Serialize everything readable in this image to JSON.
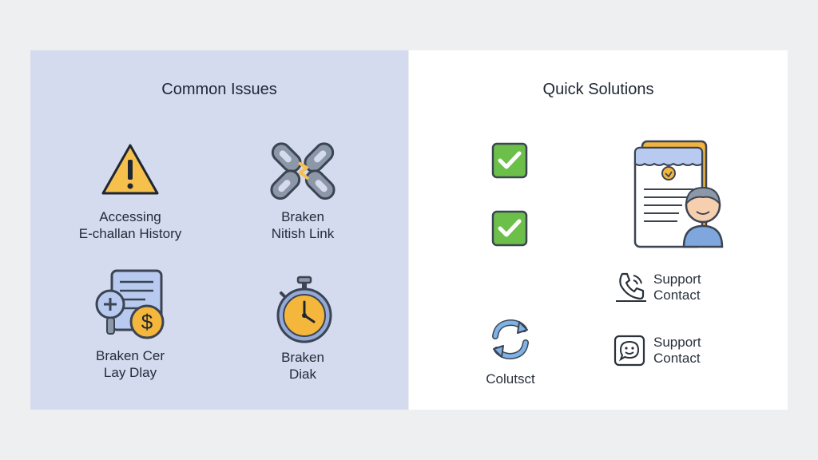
{
  "common_issues": {
    "title": "Common Issues",
    "items": [
      {
        "icon": "warning-icon",
        "line1": "Accessing",
        "line2": "E-challan History"
      },
      {
        "icon": "broken-link-icon",
        "line1": "Braken",
        "line2": "Nitish Link"
      },
      {
        "icon": "payment-document-icon",
        "line1": "Braken Cer",
        "line2": "Lay Dlay"
      },
      {
        "icon": "stopwatch-icon",
        "line1": "Braken",
        "line2": "Diak"
      }
    ]
  },
  "quick_solutions": {
    "title": "Quick Solutions",
    "checks": [
      "check-icon",
      "check-icon"
    ],
    "refresh": {
      "icon": "refresh-icon",
      "label": "Colutsct"
    },
    "support_items": [
      {
        "icon": "phone-icon",
        "line1": "Support",
        "line2": "Contact"
      },
      {
        "icon": "chat-smile-icon",
        "line1": "Support",
        "line2": "Contact"
      }
    ]
  },
  "colors": {
    "left_panel": "#d5dbef",
    "right_panel": "#ffffff",
    "check_green": "#6cc04a",
    "warning_yellow": "#f5c04c",
    "refresh_blue": "#7fb2e5"
  }
}
